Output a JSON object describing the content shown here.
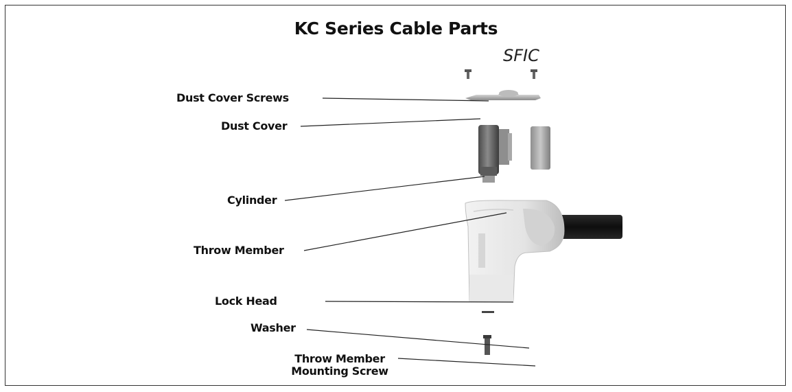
{
  "title": "KC Series Cable Parts",
  "subtitle": "SFIC",
  "labels": {
    "dust_cover_screws": "Dust Cover Screws",
    "dust_cover": "Dust Cover",
    "cylinder": "Cylinder",
    "throw_member": "Throw Member",
    "lock_head": "Lock Head",
    "washer": "Washer",
    "mounting_screw_line1": "Throw Member",
    "mounting_screw_line2": "Mounting Screw"
  },
  "colors": {
    "part_light": "#e6e6e6",
    "part_mid": "#b9b9b9",
    "part_dark": "#707070",
    "cable": "#1a1a1a",
    "leader_line": "#222222"
  }
}
